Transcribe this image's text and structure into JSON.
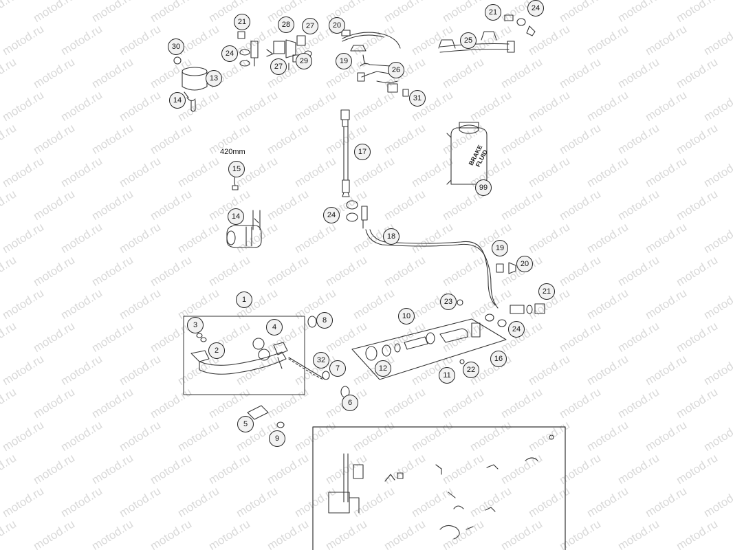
{
  "watermark": "motod.ru",
  "callouts": [
    {
      "n": "30"
    },
    {
      "n": "13"
    },
    {
      "n": "14"
    },
    {
      "n": "21"
    },
    {
      "n": "24"
    },
    {
      "n": "28"
    },
    {
      "n": "27"
    },
    {
      "n": "27"
    },
    {
      "n": "29"
    },
    {
      "n": "20"
    },
    {
      "n": "19"
    },
    {
      "n": "26"
    },
    {
      "n": "31"
    },
    {
      "n": "21"
    },
    {
      "n": "24"
    },
    {
      "n": "25"
    },
    {
      "n": "17"
    },
    {
      "n": "15"
    },
    {
      "n": "14"
    },
    {
      "n": "24"
    },
    {
      "n": "18"
    },
    {
      "n": "99"
    },
    {
      "n": "19"
    },
    {
      "n": "20"
    },
    {
      "n": "21"
    },
    {
      "n": "23"
    },
    {
      "n": "24"
    },
    {
      "n": "10"
    },
    {
      "n": "16"
    },
    {
      "n": "12"
    },
    {
      "n": "11"
    },
    {
      "n": "22"
    },
    {
      "n": "1"
    },
    {
      "n": "8"
    },
    {
      "n": "3"
    },
    {
      "n": "4"
    },
    {
      "n": "2"
    },
    {
      "n": "32"
    },
    {
      "n": "7"
    },
    {
      "n": "6"
    },
    {
      "n": "5"
    },
    {
      "n": "9"
    }
  ],
  "hose_length_label": "420mm",
  "fluid_can_label": "BRAKE\nFLUID",
  "colors": {
    "line": "#333333",
    "callout_fill": "#f2f2f2",
    "watermark": "#d9d9d9"
  }
}
